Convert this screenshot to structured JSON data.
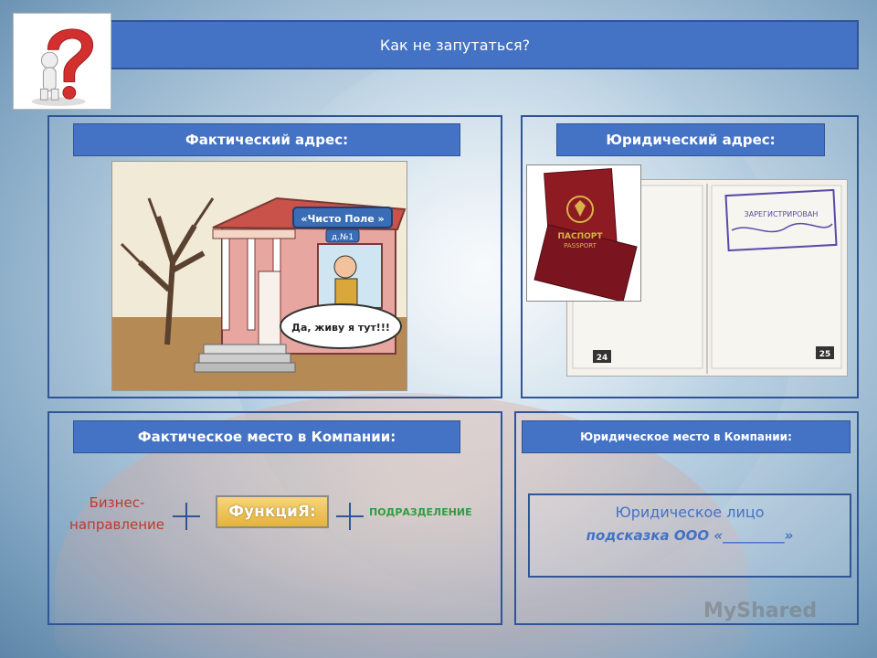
{
  "title": "Как не запутаться?",
  "panels": {
    "actual_address": {
      "label": "Фактический адрес:"
    },
    "legal_address": {
      "label": "Юридический адрес:"
    },
    "actual_place": {
      "label": "Фактическое место в Компании:"
    },
    "legal_place": {
      "label": "Юридическое место в Компании:"
    }
  },
  "illustration": {
    "street_sign": "«Чисто Поле »",
    "house_number": "д.№1",
    "speech": "Да, живу я тут!!!",
    "passport_text": "ПАСПОРТ",
    "passport_text_en": "PASSPORT",
    "stamp_text": "ЗАРЕГИСТРИРОВАН",
    "page_left": "24",
    "page_right": "25"
  },
  "structure": {
    "business_line": "Бизнес-\nнаправление",
    "function": "ФункциЯ:",
    "subdivision": "ПОДРАЗДЕЛЕНИЕ"
  },
  "legal": {
    "title": "Юридическое лицо",
    "hint": "подсказка  ООО «_________»"
  },
  "watermark": "MyShared",
  "colors": {
    "accent": "#4472c4",
    "border": "#2f5597",
    "red": "#c0392b",
    "green": "#2e9e3e"
  }
}
